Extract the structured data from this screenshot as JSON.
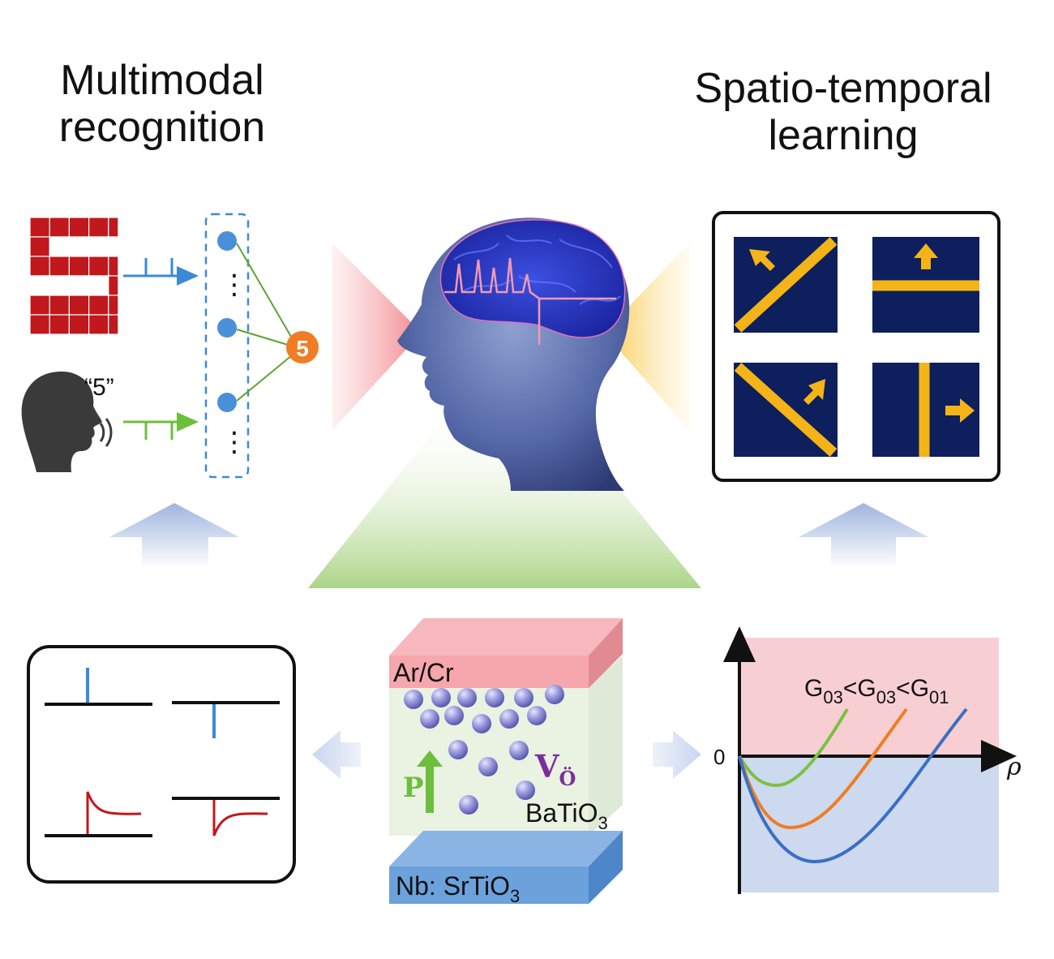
{
  "titles": {
    "left": [
      "Multimodal",
      "recognition"
    ],
    "right": [
      "Spatio-temporal",
      "learning"
    ]
  },
  "recognition": {
    "speech_quote": "“5”",
    "output_digit": "5",
    "dots": "⋮"
  },
  "device": {
    "top_electrode": "Ar/Cr",
    "bottom_electrode_prefix": "Nb: SrTiO",
    "bottom_electrode_sub": "3",
    "film_prefix": "BaTiO",
    "film_sub": "3",
    "vacancy_main": "V",
    "vacancy_sub": "Ö",
    "polarization": "P"
  },
  "plot": {
    "origin_label": "0",
    "x_label": "ρ",
    "legend": [
      {
        "text": "G",
        "sub": "03"
      },
      {
        "text": "<G",
        "sub": "03"
      },
      {
        "text": "<G",
        "sub": "01"
      }
    ]
  },
  "colors": {
    "pink": "#f7cfd3",
    "blue_region": "#cdd9ee",
    "navy": "#0d1f5c",
    "yellow": "#f4b418",
    "green_curve": "#7ac142",
    "orange_curve": "#ef7d22",
    "blue_curve": "#3a6fc4",
    "pulse_blue": "#3c8ad6",
    "pulse_red": "#c0181c"
  }
}
